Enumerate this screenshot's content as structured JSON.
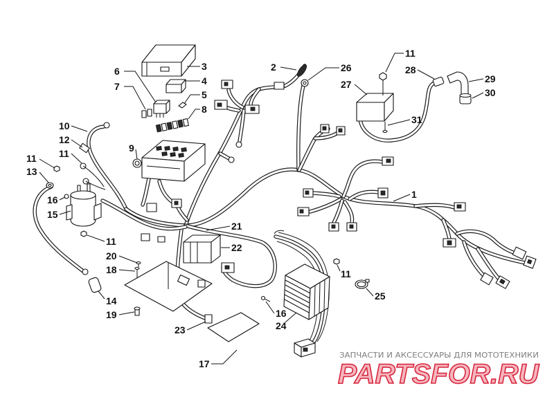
{
  "diagram": {
    "callouts": [
      "3",
      "4",
      "5",
      "8",
      "6",
      "7",
      "10",
      "12",
      "11",
      "9",
      "11",
      "13",
      "16",
      "15",
      "11",
      "20",
      "18",
      "14",
      "19",
      "21",
      "22",
      "23",
      "17",
      "2",
      "26",
      "11",
      "28",
      "27",
      "29",
      "30",
      "31",
      "1",
      "11",
      "25",
      "16",
      "24"
    ]
  },
  "watermark": {
    "tagline": "ЗАПЧАСТИ И АКСЕССУАРЫ ДЛЯ МОТОТЕХНИКИ",
    "logo": "PARTSFOR.RU"
  },
  "colors": {
    "line": "#111111",
    "background": "#ffffff",
    "logo_fill": "#f5b6bf",
    "logo_stroke": "#d8283f",
    "tagline": "#7f7f7f"
  }
}
